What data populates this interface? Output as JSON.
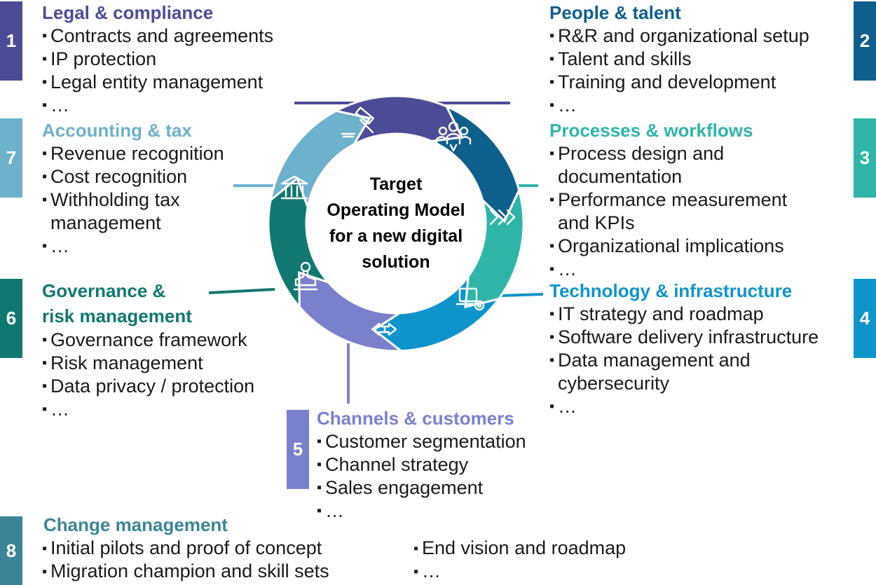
{
  "center_label": [
    "Target",
    "Operating Model",
    "for a new digital",
    "solution"
  ],
  "sections": [
    {
      "id": "legal",
      "number": "1",
      "color": "#4c4c96",
      "title": "Legal & compliance",
      "items": [
        "Contracts and agreements",
        "IP protection",
        "Legal entity management",
        "…"
      ],
      "icon": "gavel-icon"
    },
    {
      "id": "people",
      "number": "2",
      "color": "#0f5f8d",
      "title": "People & talent",
      "items": [
        "R&R and organizational setup",
        "Talent and skills",
        "Training and development",
        "…"
      ],
      "icon": "people-group-icon"
    },
    {
      "id": "processes",
      "number": "3",
      "color": "#2fb5a8",
      "title": "Processes & workflows",
      "items": [
        "Process design and\ndocumentation",
        "Performance measurement\nand KPIs",
        "Organizational implications",
        "…"
      ],
      "icon": "chevrons-icon"
    },
    {
      "id": "technology",
      "number": "4",
      "color": "#0f94ca",
      "title": "Technology & infrastructure",
      "items": [
        "IT strategy and roadmap",
        "Software delivery infrastructure",
        "Data management and\ncybersecurity",
        "…"
      ],
      "icon": "laptop-gear-icon"
    },
    {
      "id": "channels",
      "number": "5",
      "color": "#7a80cc",
      "title": "Channels & customers",
      "items": [
        "Customer segmentation",
        "Channel strategy",
        "Sales engagement",
        "…"
      ],
      "icon": "arrows-left-right-icon"
    },
    {
      "id": "governance",
      "number": "6",
      "color": "#117870",
      "title": "Governance &\nrisk management",
      "items": [
        "Governance framework",
        "Risk management",
        "Data privacy / protection",
        "…"
      ],
      "icon": "stamp-icon"
    },
    {
      "id": "accounting",
      "number": "7",
      "color": "#6db1cc",
      "title": "Accounting & tax",
      "items": [
        "Revenue recognition",
        "Cost recognition",
        "Withholding tax\nmanagement",
        "…"
      ],
      "icon": "bank-icon"
    }
  ],
  "change_management": {
    "number": "8",
    "color": "#3b8597",
    "title": "Change management",
    "items_col1": [
      "Initial pilots and proof of concept",
      "Migration champion and skill sets"
    ],
    "items_col2": [
      "End vision and roadmap",
      "…"
    ]
  }
}
